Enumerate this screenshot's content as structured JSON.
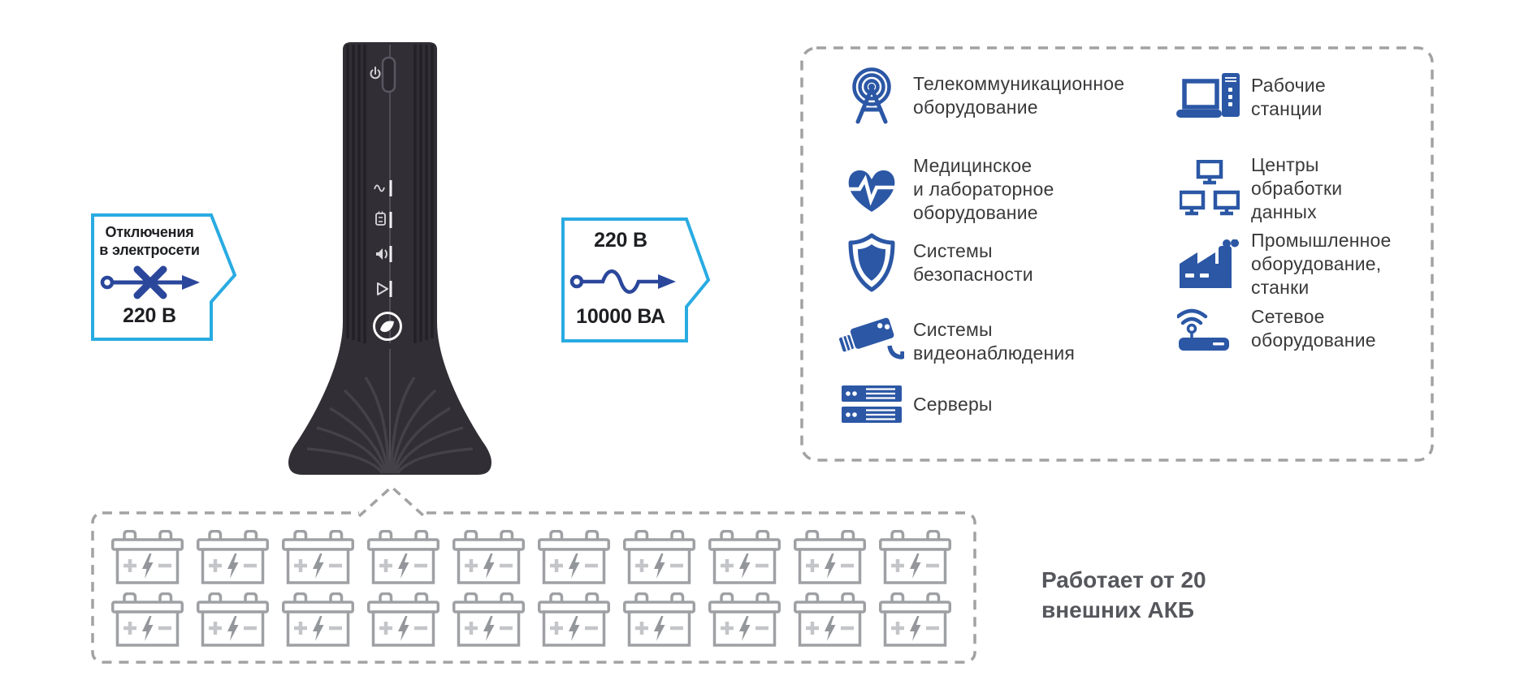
{
  "colors": {
    "accent_border": "#29ABE2",
    "arrow_blue": "#2B479B",
    "icon_blue": "#2B57A5",
    "dashed_border_gray": "#A2A2A4",
    "battery_outline_gray": "#9EA0A4",
    "device_body": "#312E35",
    "caption_gray": "#56575C",
    "label_dark": "#3A3A3C"
  },
  "input_callout": {
    "title": "Отключения\nв электросети",
    "voltage": "220 В",
    "icon": "crossed-power-line-icon"
  },
  "output_callout": {
    "voltage": "220 В",
    "power": "10000 ВА",
    "icon": "sine-wave-arrow-icon"
  },
  "device": {
    "power_button_icon": "power-icon",
    "status_indicator_icons": [
      "sine-wave-icon",
      "battery-icon",
      "speaker-mute-icon",
      "alarm-triangle-icon"
    ],
    "logo_icon": "brand-logo-icon"
  },
  "equipment": {
    "left": [
      {
        "icon": "broadcast-antenna-icon",
        "label": "Телекоммуникационное\nоборудование"
      },
      {
        "icon": "medical-heart-icon",
        "label": "Медицинское\nи лабораторное\nоборудование"
      },
      {
        "icon": "security-shield-icon",
        "label": "Системы\nбезопасности"
      },
      {
        "icon": "cctv-camera-icon",
        "label": "Системы\nвидеонаблюдения"
      },
      {
        "icon": "servers-icon",
        "label": "Серверы"
      }
    ],
    "right": [
      {
        "icon": "workstation-icon",
        "label": "Рабочие\nстанции"
      },
      {
        "icon": "data-center-icon",
        "label": "Центры\nобработки\nданных"
      },
      {
        "icon": "factory-icon",
        "label": "Промышленное\nоборудование,\nстанки"
      },
      {
        "icon": "network-router-icon",
        "label": "Сетевое\nоборудование"
      }
    ]
  },
  "battery_bank": {
    "count": 20,
    "rows": 2,
    "per_row": 10,
    "battery_icon": "car-battery-icon",
    "caption": "Работает от 20\nвнешних АКБ"
  }
}
